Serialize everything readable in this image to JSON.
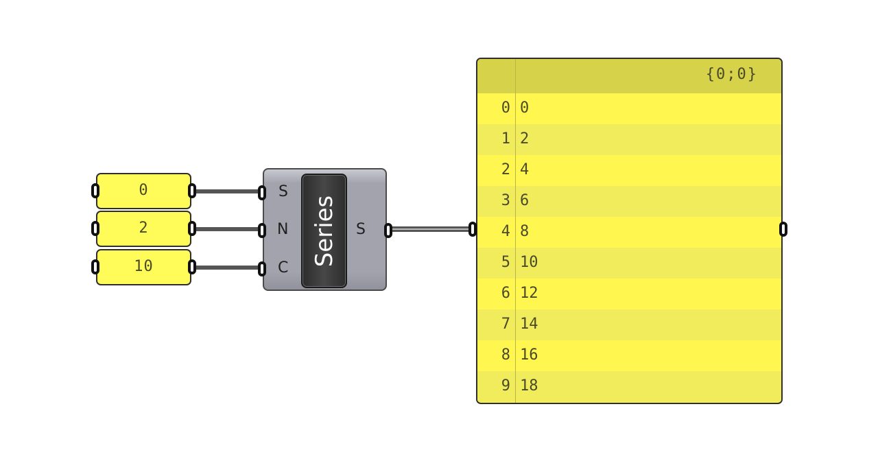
{
  "inputs": [
    {
      "value": "0"
    },
    {
      "value": "2"
    },
    {
      "value": "10"
    }
  ],
  "series": {
    "title": "Series",
    "inputs": [
      "S",
      "N",
      "C"
    ],
    "output": "S"
  },
  "panel": {
    "path": "{0;0}",
    "rows": [
      {
        "index": "0",
        "value": "0"
      },
      {
        "index": "1",
        "value": "2"
      },
      {
        "index": "2",
        "value": "4"
      },
      {
        "index": "3",
        "value": "6"
      },
      {
        "index": "4",
        "value": "8"
      },
      {
        "index": "5",
        "value": "10"
      },
      {
        "index": "6",
        "value": "12"
      },
      {
        "index": "7",
        "value": "14"
      },
      {
        "index": "8",
        "value": "16"
      },
      {
        "index": "9",
        "value": "18"
      }
    ]
  },
  "colors": {
    "panel_yellow": "#fff64f",
    "panel_header": "#d6d24a",
    "component_gray": "#a3a3ae"
  }
}
